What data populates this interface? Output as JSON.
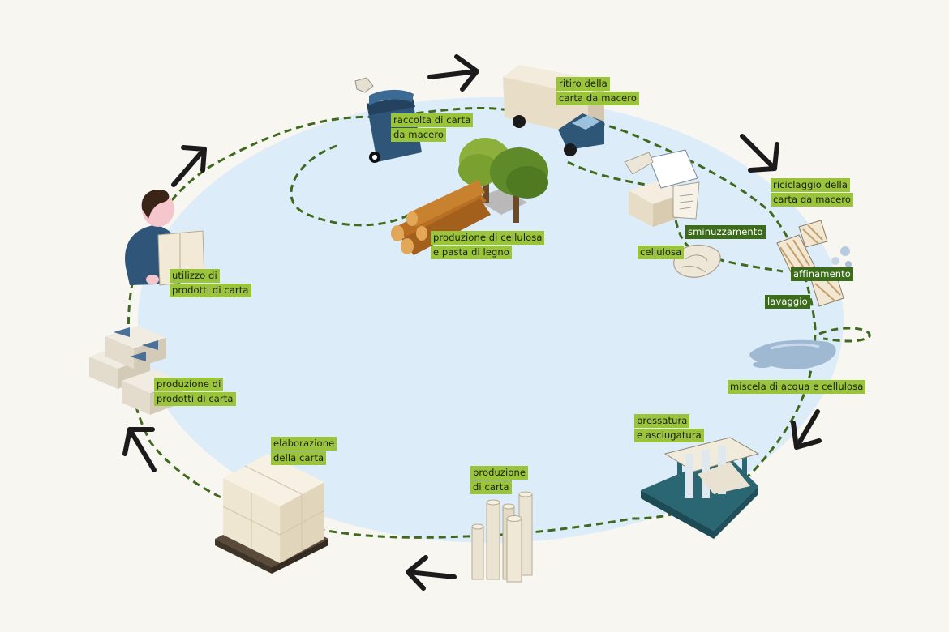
{
  "colors": {
    "background": "#f8f6f1",
    "loop_fill": "#dcecf8",
    "dashed_path": "#3f6a1e",
    "label_bg": "#9ac43a",
    "label_bg_dark": "#3c6b1b",
    "arrow": "#1b1b1b"
  },
  "labels": {
    "raccolta": [
      "raccolta di carta",
      "da macero"
    ],
    "ritiro": [
      "ritiro della",
      "carta da macero"
    ],
    "riciclaggio": [
      "riciclaggio della",
      "carta da macero"
    ],
    "sminuzzamento": [
      "sminuzzamento"
    ],
    "cellulosa": [
      "cellulosa"
    ],
    "affinamento": [
      "affinamento"
    ],
    "lavaggio": [
      "lavaggio"
    ],
    "miscela": [
      "miscela di acqua e cellulosa"
    ],
    "pressatura": [
      "pressatura",
      "e asciugatura"
    ],
    "produzione_carta": [
      "produzione",
      "di carta"
    ],
    "elaborazione": [
      "elaborazione",
      "della carta"
    ],
    "produzione_prodotti": [
      "produzione di",
      "prodotti di carta"
    ],
    "utilizzo": [
      "utilizzo di",
      "prodotti di carta"
    ],
    "cellulosa_legno": [
      "produzione di cellulosa",
      "e pasta di legno"
    ]
  },
  "icons": [
    "bin-icon",
    "truck-icon",
    "shredded-paper-icon",
    "paper-fibers-icon",
    "pulp-icon",
    "water-puddle-icon",
    "paper-press-icon",
    "paper-rolls-icon",
    "pallet-boxes-icon",
    "paper-stacks-icon",
    "reader-person-icon",
    "trees-icon",
    "logs-icon",
    "arrow-icon"
  ]
}
